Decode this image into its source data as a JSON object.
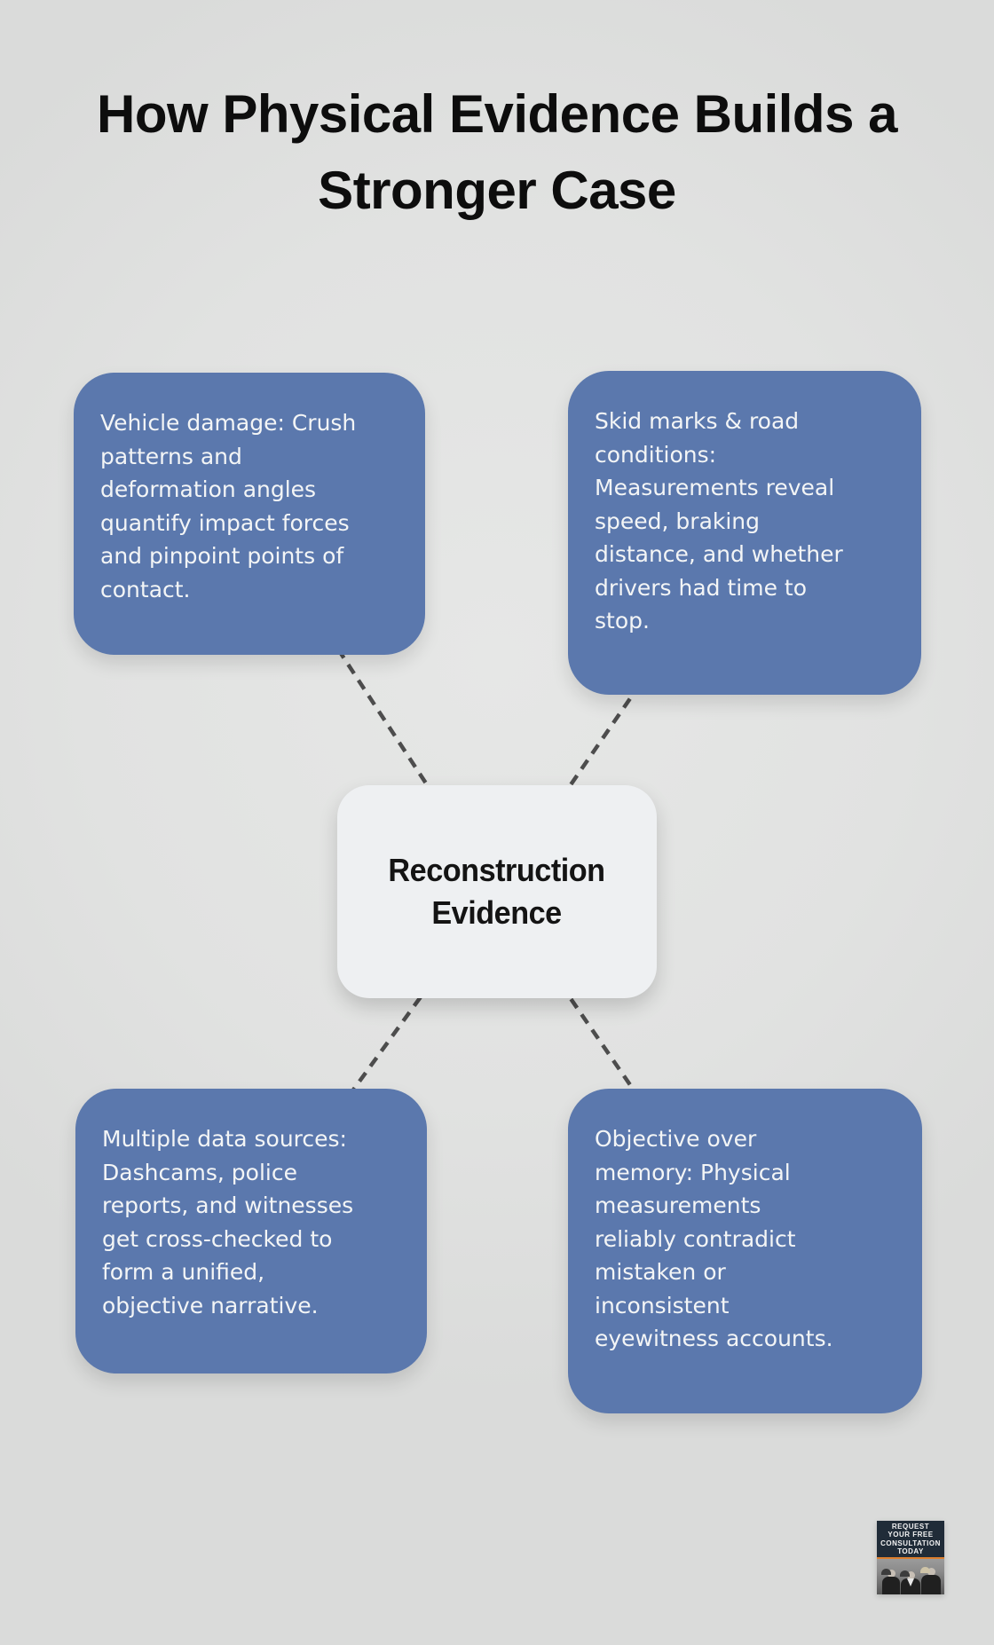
{
  "title": "How Physical Evidence Builds a\nStronger Case",
  "center_node": {
    "label": "Reconstruction\nEvidence"
  },
  "nodes": [
    {
      "id": "vehicle-damage",
      "text": "Vehicle damage: Crush\npatterns and\ndeformation angles\nquantify impact forces\nand pinpoint points of\ncontact."
    },
    {
      "id": "skid-marks",
      "text": "Skid marks & road\nconditions:\nMeasurements reveal\nspeed, braking\ndistance, and whether\ndrivers had time to\nstop."
    },
    {
      "id": "multiple-data-sources",
      "text": "Multiple data sources:\nDashcams, police\nreports, and witnesses\nget cross-checked to\nform a unified,\nobjective narrative."
    },
    {
      "id": "objective-over-memory",
      "text": "Objective over\nmemory: Physical\nmeasurements\nreliably contradict\nmistaken or\ninconsistent\neyewitness accounts."
    }
  ],
  "badge": {
    "cta": "REQUEST\nYOUR FREE\nCONSULTATION\nTODAY"
  },
  "colors": {
    "background": "#e1e2e1",
    "node_blue": "#5b78ad",
    "node_text": "#f3f5f6",
    "center_bg": "#eef0f2",
    "center_text": "#141414",
    "connector": "#4d4d4d",
    "title_text": "#0d0d0d",
    "badge_navy": "#202c38",
    "badge_orange": "#dd7f2e"
  }
}
